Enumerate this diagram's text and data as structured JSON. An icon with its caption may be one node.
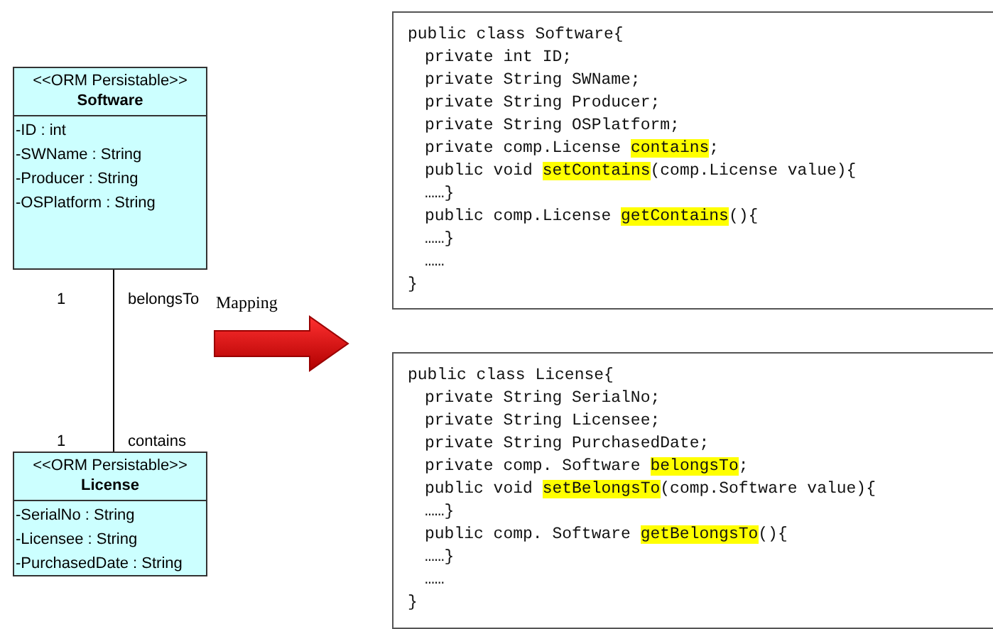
{
  "diagram": {
    "nodes": [
      {
        "text": [
          "<<ORM Persistable>>",
          "Software",
          "-ID : int",
          "-SWName : String",
          "-Producer : String",
          "-OSPlatform : String"
        ],
        "beside": [
          "1",
          "belongsTo"
        ]
      },
      {
        "text": [
          "<<ORM Persistable>>",
          "License",
          "-SerialNo : String",
          "-Licensee : String",
          "-PurchasedDate : String"
        ],
        "beside": [
          "1",
          "contains"
        ]
      },
      {
        "text": [
          "public class Software{",
          "private int ID;",
          "private String SWName;",
          "private String Producer;",
          "private String OSPlatform;",
          "private comp.License **contains**;",
          "public void **setContains**(comp.License value){",
          "……}",
          "public comp.License **getContains**(){",
          "……}",
          "……",
          "}"
        ]
      },
      {
        "text": [
          "public class License{",
          "private String SerialNo;",
          "private String Licensee;",
          "private String PurchasedDate;",
          "private comp. Software **belongsTo**;",
          "public void **setBelongsTo**(comp.Software value){",
          "……}",
          "public comp. Software **getBelongsTo**(){",
          "……}",
          "……",
          "}"
        ]
      }
    ],
    "edges": [
      {
        "from": 0,
        "to": 1,
        "arrow": "none"
      }
    ],
    "labels": [
      "Mapping"
    ]
  }
}
